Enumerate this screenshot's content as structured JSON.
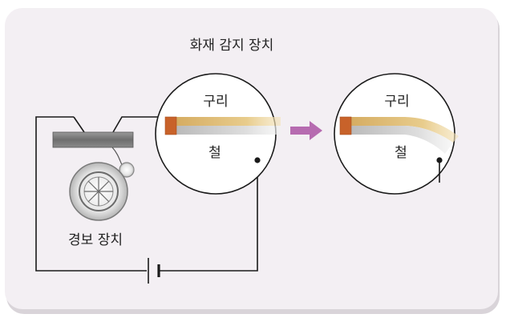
{
  "title": "화재 감지 장치",
  "labels": {
    "copper_left": "구리",
    "iron_left": "철",
    "copper_right": "구리",
    "iron_right": "철",
    "alarm": "경보 장치"
  },
  "colors": {
    "panel": "#f3eff3",
    "panel_shadow": "#d9d4d9",
    "copper_strip": "#d9b870",
    "iron_strip": "#c9c9c9",
    "copper_end": "#c8622a",
    "arrow": "#b66bb0",
    "wire": "#1a1a1a"
  }
}
